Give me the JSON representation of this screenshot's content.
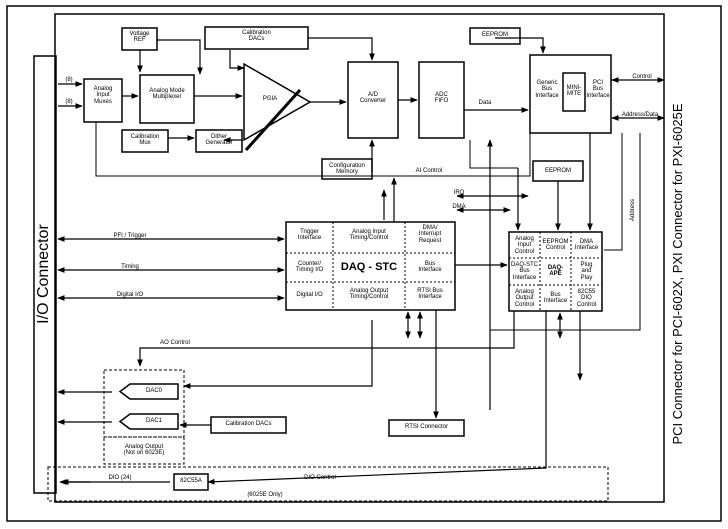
{
  "labels": {
    "io_connector": "I/O Connector",
    "pci_connector": "PCI Connector for PCI-602X,  PXI Connector for PXI-6025E",
    "ch8_top": "(8)",
    "ch8_bottom": "(8)",
    "voltage_ref": "Voltage\nREF",
    "calibration_dacs_top": "Calibration\nDACs",
    "eeprom_top": "EEPROM",
    "analog_input_muxes": "Analog\nInput\nMuxes",
    "analog_mode_multiplexer": "Analog Mode\nMultiplexer",
    "pgia": "PGIA",
    "calibration_mux": "Calibration\nMux",
    "dither_generator": "Dither\nGenerator",
    "ad_converter": "A/D\nConverter",
    "adc_fifo": "ADC\nFIFO",
    "data": "Data",
    "generic_bus_interface": "Generic\nBus\nInterface",
    "mini_mite": "MINI-\nMITE",
    "pci_bus_interface": "PCI\nBus\nInterface",
    "control": "Control",
    "address_data": "Address/Data",
    "configuration_memory": "Configuration\nMemory",
    "ai_control": "AI Control",
    "eeprom_mid": "EEPROM",
    "irq": "IRQ",
    "dma": "DMA",
    "address": "Address",
    "pfi_trigger": "PFI / Trigger",
    "timing": "Timing",
    "digital_io": "Digital I/O",
    "trigger_interface": "Trigger\nInterface",
    "analog_input_timing": "Analog Input\nTiming/Control",
    "dma_interrupt_request": "DMA/\nInterrupt\nRequest",
    "counter_timing_io": "Counter/\nTiming I/O",
    "daq_stc": "DAQ - STC",
    "bus_interface_stc": "Bus\nInterface",
    "digital_io_cell": "Digital I/O",
    "analog_output_timing": "Analog Output\nTiming/Control",
    "rtsi_bus_interface": "RTSI Bus\nInterface",
    "ape_analog_input_control": "Analog\nInput\nControl",
    "ape_eeprom_control": "EEPROM\nControl",
    "ape_dma_interface": "DMA\nInterface",
    "ape_daq_stc_bus_interface": "DAQ-STC\nBus\nInterface",
    "ape_daq_ape": "DAQ-\nAPE",
    "ape_plug_and_play": "Plug\nand\nPlay",
    "ape_analog_output_control": "Analog\nOutput\nControl",
    "ape_bus_interface": "Bus\nInterface",
    "ape_82c55_dio_control": "82C55\nDIO\nControl",
    "ao_control": "AO Control",
    "dac0": "DAC0",
    "dac1": "DAC1",
    "calibration_dacs_bottom": "Calibration DACs",
    "analog_output": "Analog Output\n(Not on 6023E)",
    "rtsi_connector": "RTSI Connector",
    "dio_24": "DIO (24)",
    "chip_82c55a": "82C55A",
    "dio_control": "DIO Control",
    "only_6025e": "(6025E Only)"
  }
}
